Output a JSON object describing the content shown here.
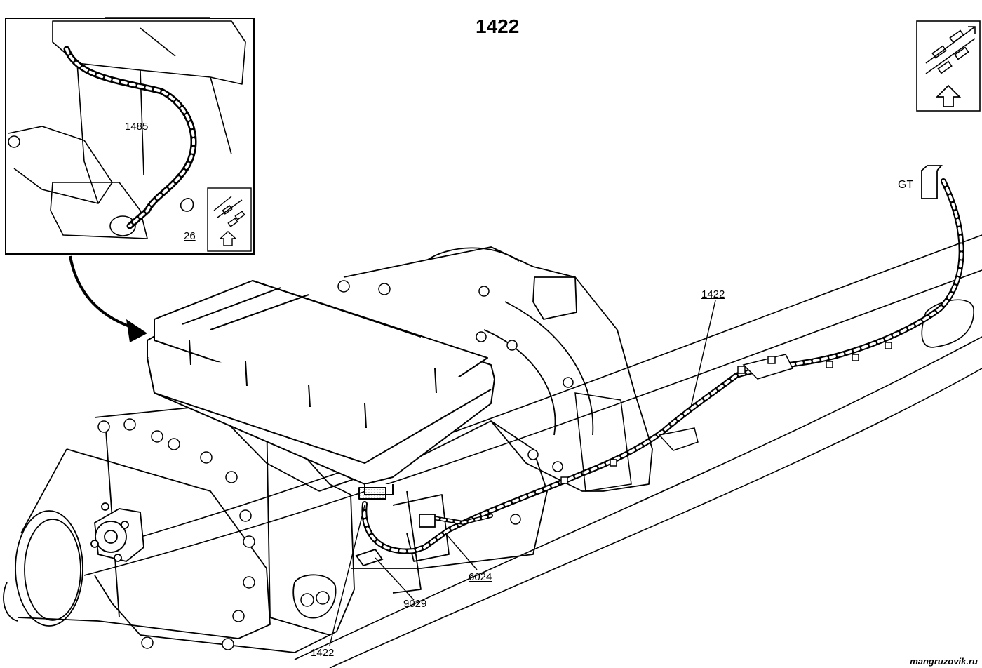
{
  "title": "1422",
  "callouts": {
    "inset_harness": "1485",
    "inset_connector": "26",
    "main_harness_upper": "1422",
    "connector_6024": "6024",
    "sensor_9029": "9029",
    "main_harness_lower": "1422",
    "ground": "GT"
  },
  "watermark": "mangruzovik.ru",
  "icons": [
    "vehicle-orientation-icon",
    "up-arrow-icon",
    "inset-orientation-icon"
  ]
}
